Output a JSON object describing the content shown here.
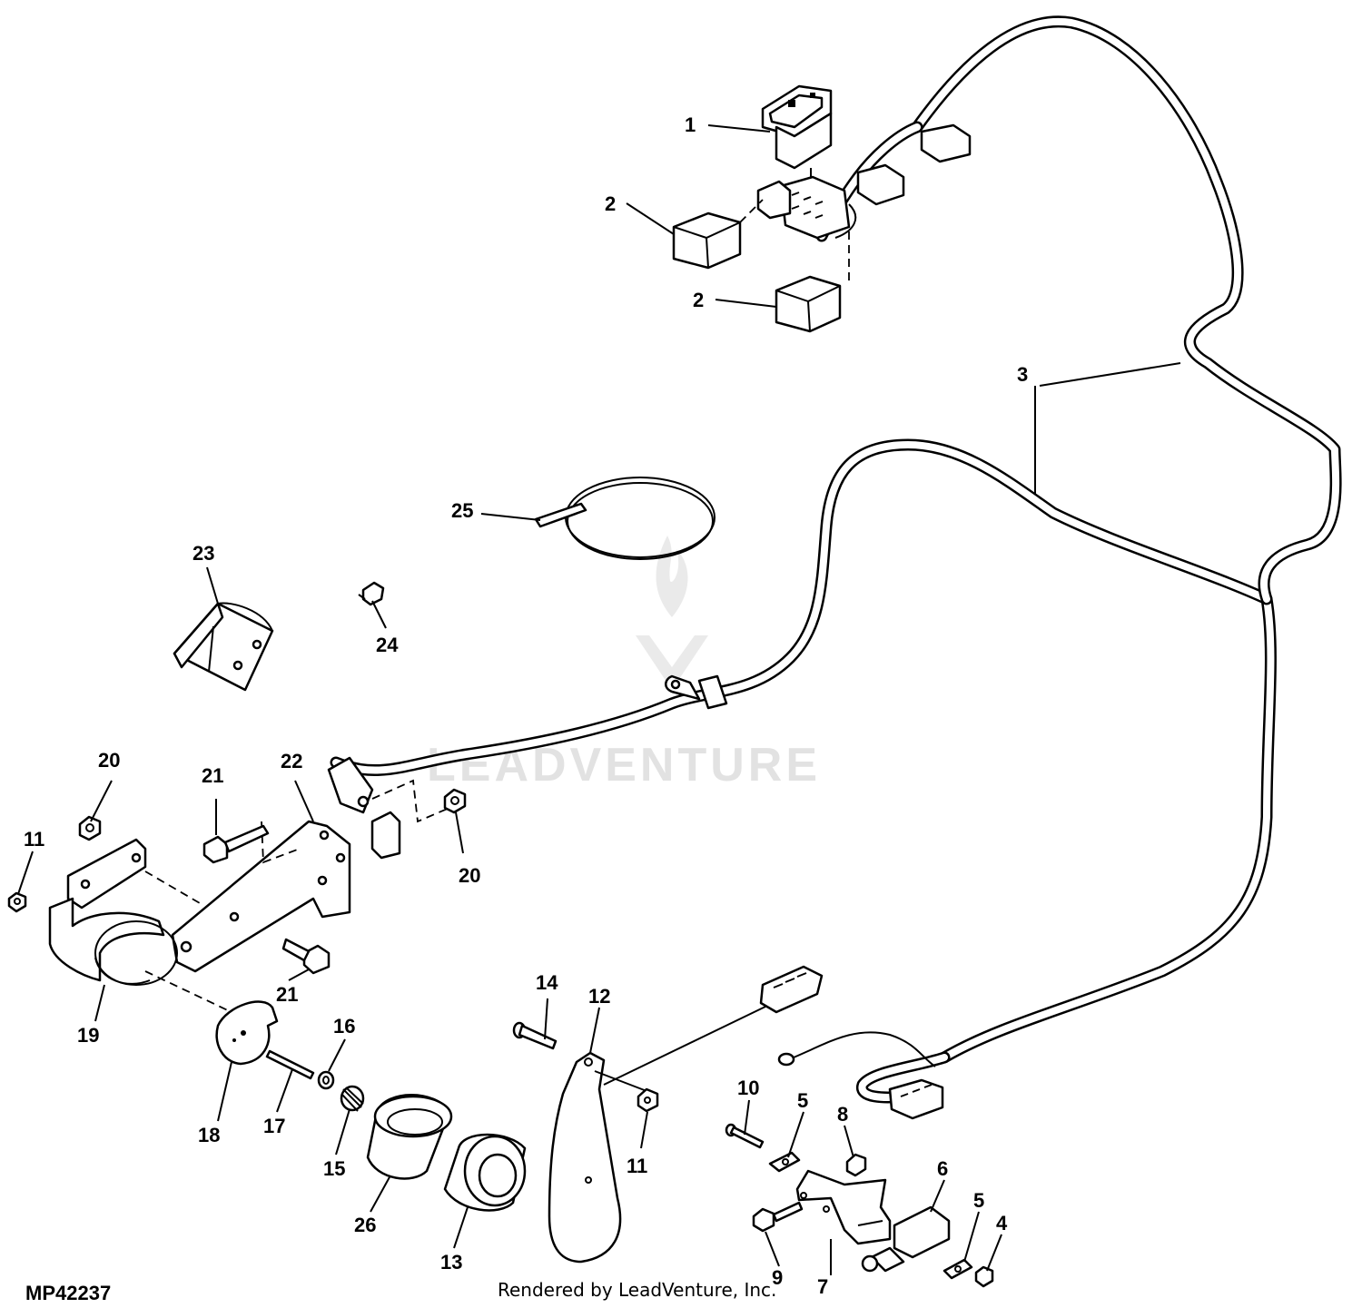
{
  "diagram_code": "MP42237",
  "footer_credit": "Rendered by LeadVenture, Inc.",
  "watermark": "LEADVENTURE",
  "callouts": {
    "p1": "1",
    "p2a": "2",
    "p2b": "2",
    "p3": "3",
    "p4": "4",
    "p5a": "5",
    "p5b": "5",
    "p6": "6",
    "p7": "7",
    "p8": "8",
    "p9": "9",
    "p10": "10",
    "p11a": "11",
    "p11b": "11",
    "p12": "12",
    "p13": "13",
    "p14": "14",
    "p15": "15",
    "p16": "16",
    "p17": "17",
    "p18": "18",
    "p19": "19",
    "p20a": "20",
    "p20b": "20",
    "p21a": "21",
    "p21b": "21",
    "p22": "22",
    "p23": "23",
    "p24": "24",
    "p25": "25",
    "p26": "26"
  }
}
